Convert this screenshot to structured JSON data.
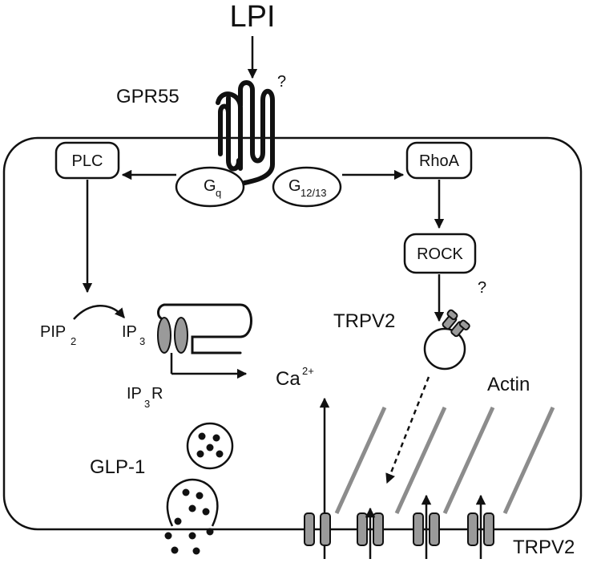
{
  "ligand": "LPI",
  "receptor": "GPR55",
  "question_mark": "?",
  "g_protein_q": {
    "base": "G",
    "sub": "q"
  },
  "g_protein_12_13": {
    "base": "G",
    "sub": "12/13"
  },
  "plc": "PLC",
  "rhoa": "RhoA",
  "rock": "ROCK",
  "pip2": {
    "base": "PIP",
    "sub": "2"
  },
  "ip3": {
    "base": "IP",
    "sub": "3"
  },
  "ip3r": {
    "base": "IP",
    "sub": "3",
    "tail": "R"
  },
  "calcium": {
    "base": "Ca",
    "sup": "2+"
  },
  "trpv2_vesicle": "TRPV2",
  "actin": "Actin",
  "glp1": "GLP-1",
  "trpv2_membrane": "TRPV2",
  "colors": {
    "line": "#111111",
    "channel": "#9a9a9a",
    "actin": "#8c8c8c",
    "background": "#ffffff"
  }
}
